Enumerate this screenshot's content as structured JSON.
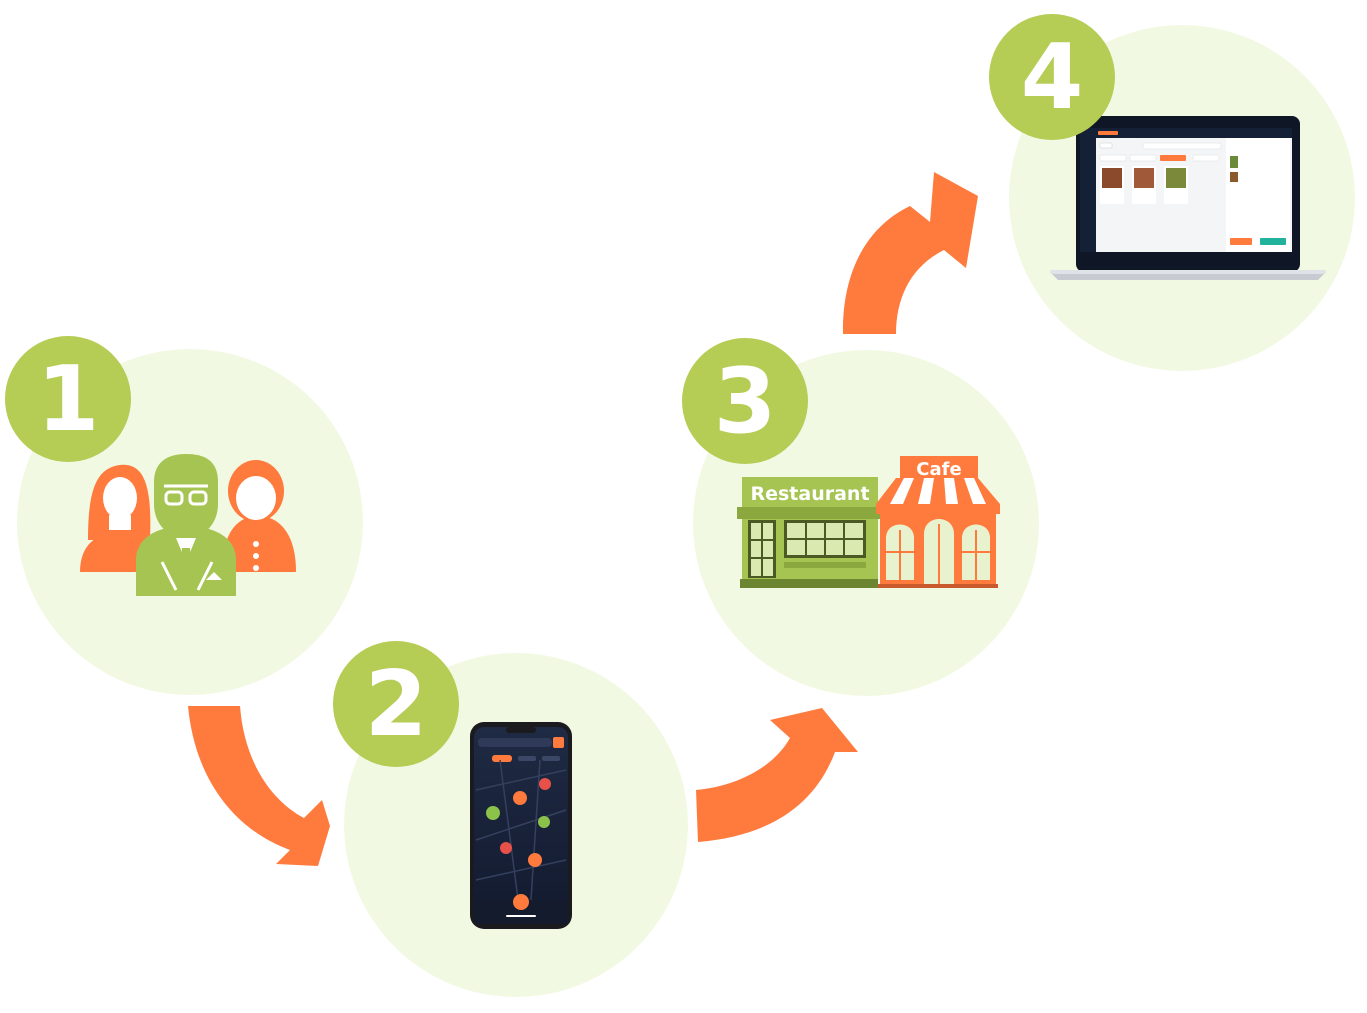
{
  "steps": [
    {
      "number": "1",
      "icon": "people-group-icon"
    },
    {
      "number": "2",
      "icon": "smartphone-map-icon"
    },
    {
      "number": "3",
      "icon": "restaurant-cafe-storefront-icon"
    },
    {
      "number": "4",
      "icon": "laptop-pos-icon"
    }
  ],
  "signs": {
    "restaurant": "Restaurant",
    "cafe": "Cafe"
  },
  "colors": {
    "circle_bg": "#F2F9E3",
    "badge_green": "#B5CC55",
    "arrow_orange": "#FF7A3D",
    "icon_orange": "#FF7A3D",
    "icon_green": "#A6C451"
  }
}
